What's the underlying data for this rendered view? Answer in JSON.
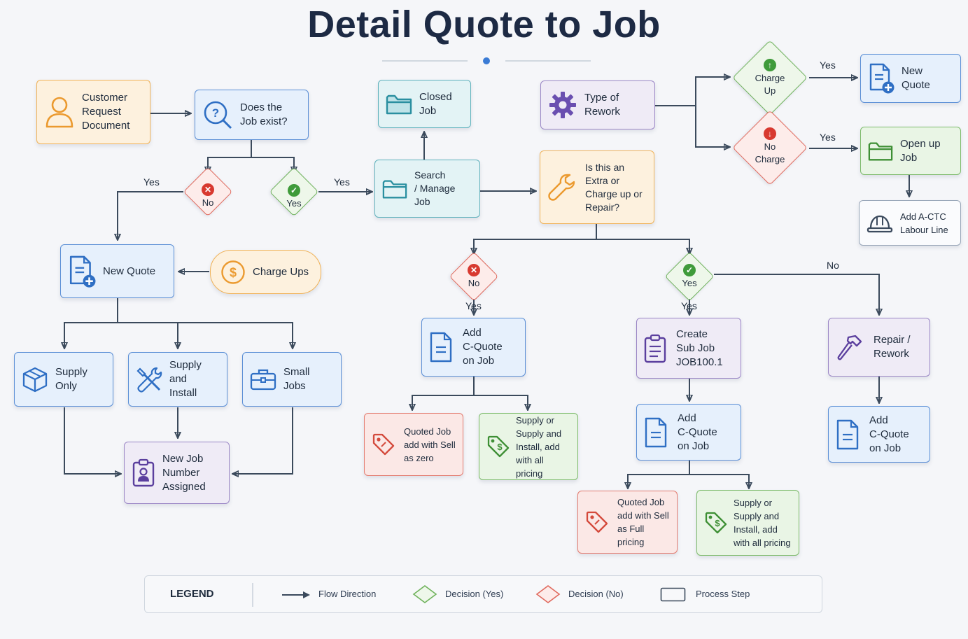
{
  "title": "Detail Quote to Job",
  "nodes": {
    "customer_request": "Customer\nRequest\nDocument",
    "job_exist": "Does the\nJob exist?",
    "closed_job": "Closed\nJob",
    "search_manage": "Search\n/ Manage Job",
    "type_rework": "Type of\nRework",
    "new_quote_top": "New Quote",
    "open_up_job": "Open up\nJob",
    "add_actc": "Add A-CTC\nLabour Line",
    "extra_or_charge": "Is this an\nExtra or\nCharge up or\nRepair?",
    "new_quote_left": "New Quote",
    "charge_ups": "Charge Ups",
    "supply_only": "Supply Only",
    "supply_install": "Supply and\nInstall",
    "small_jobs": "Small Jobs",
    "new_job_number": "New Job\nNumber\nAssigned",
    "add_cquote_1": "Add\nC-Quote\non Job",
    "quoted_zero": "Quoted Job\nadd with Sell\nas zero",
    "supply_pricing_1": "Supply or\nSupply and\nInstall, add\nwith all pricing",
    "create_subjob": "Create\nSub Job\nJOB100.1",
    "add_cquote_2": "Add\nC-Quote\non Job",
    "quoted_full": "Quoted Job\nadd with Sell\nas Full pricing",
    "supply_pricing_2": "Supply or\nSupply and\nInstall, add\nwith all pricing",
    "repair_rework": "Repair /\nRework",
    "add_cquote_3": "Add\nC-Quote\non Job"
  },
  "decisions": {
    "exist_no": "No",
    "exist_yes": "Yes",
    "charge_up": "Charge\nUp",
    "no_charge": "No\nCharge",
    "extra_no": "No",
    "extra_yes": "Yes"
  },
  "edge_labels": {
    "yes_left": "Yes",
    "yes_search": "Yes",
    "yes_charge_up": "Yes",
    "yes_no_charge": "Yes",
    "yes_under_no": "Yes",
    "yes_under_yes": "Yes",
    "no_repair": "No"
  },
  "legend": {
    "title": "LEGEND",
    "flow": "Flow Direction",
    "decision_yes": "Decision (Yes)",
    "decision_no": "Decision (No)",
    "process": "Process Step"
  },
  "colors": {
    "orange": "#f0b35a",
    "blue": "#5b8fd6",
    "teal": "#5fb1bc",
    "purple": "#9b87c6",
    "green": "#7dbb6b",
    "red": "#e47c70",
    "accent_dot": "#3a7bd5"
  },
  "icons": {
    "customer_request": "person-icon",
    "job_exist": "search-question-icon",
    "closed_job": "folder-icon",
    "search_manage": "folder-icon",
    "type_rework": "gear-icon",
    "new_quote": "document-plus-icon",
    "open_up_job": "folder-icon",
    "add_actc": "hard-hat-icon",
    "extra_or_charge": "wrench-icon",
    "charge_ups": "dollar-coin-icon",
    "supply_only": "box-icon",
    "supply_install": "tools-icon",
    "small_jobs": "briefcase-icon",
    "new_job_number": "clipboard-person-icon",
    "add_cquote": "document-icon",
    "quoted": "tag-icon",
    "supply_pricing": "price-tag-icon",
    "create_subjob": "clipboard-list-icon",
    "repair_rework": "hammer-icon"
  }
}
